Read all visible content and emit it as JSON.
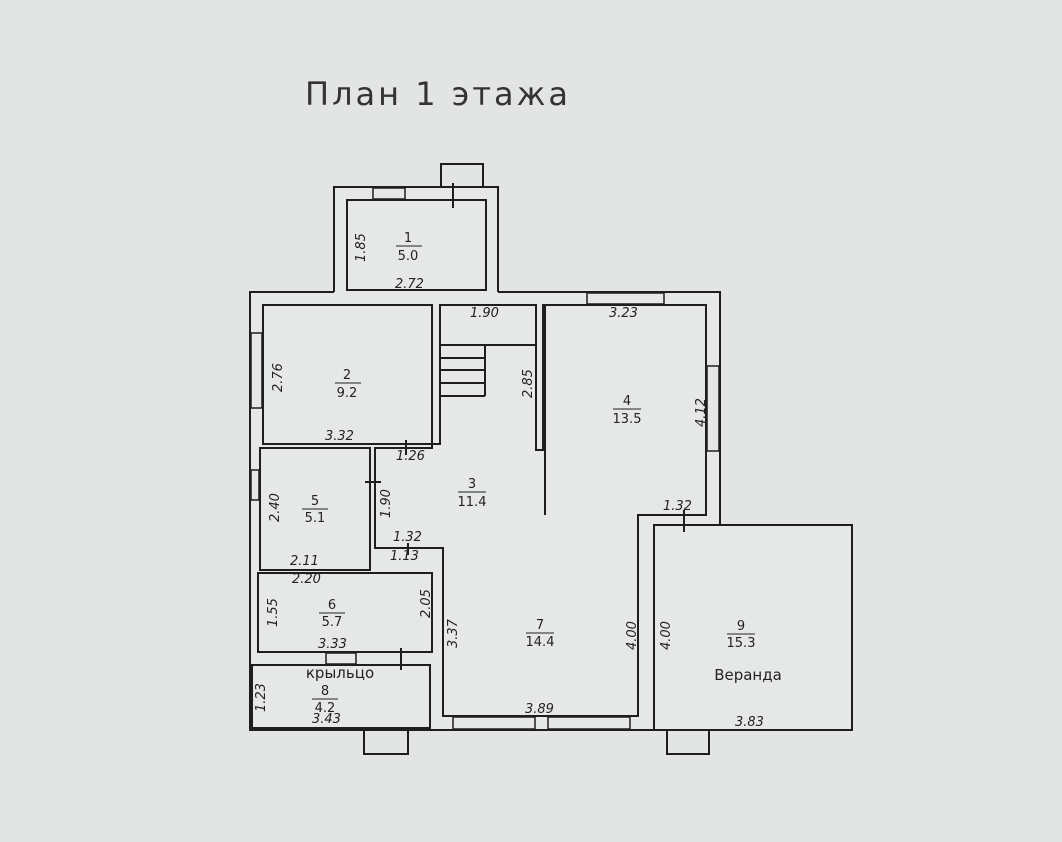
{
  "title": "План 1  этажа",
  "rooms": [
    {
      "num": "1",
      "area": "5.0"
    },
    {
      "num": "2",
      "area": "9.2"
    },
    {
      "num": "3",
      "area": "11.4"
    },
    {
      "num": "4",
      "area": "13.5"
    },
    {
      "num": "5",
      "area": "5.1"
    },
    {
      "num": "6",
      "area": "5.7"
    },
    {
      "num": "7",
      "area": "14.4"
    },
    {
      "num": "8",
      "area": "4.2",
      "name": "крыльцо"
    },
    {
      "num": "9",
      "area": "15.3",
      "name": "Веранда"
    }
  ],
  "dims": {
    "r1_h": "1.85",
    "r1_w": "2.72",
    "r2_h": "2.76",
    "r2_w": "3.32",
    "stair_w": "1.90",
    "stair_h": "2.85",
    "r4_w": "3.23",
    "r4_h": "4.12",
    "hall_126": "1.26",
    "r5_h": "2.40",
    "r5_side": "1.90",
    "r5_w": "2.11",
    "r3_132": "1.32",
    "r6_113": "1.13",
    "r6_top": "2.20",
    "r6_h": "1.55",
    "r6_side": "2.05",
    "r6_w": "3.33",
    "r7_left": "3.37",
    "r7_right": "4.00",
    "r7_w": "3.89",
    "r4_132": "1.32",
    "r8_h": "1.23",
    "r8_w": "3.43",
    "r9_h": "4.00",
    "r9_w": "3.83"
  }
}
